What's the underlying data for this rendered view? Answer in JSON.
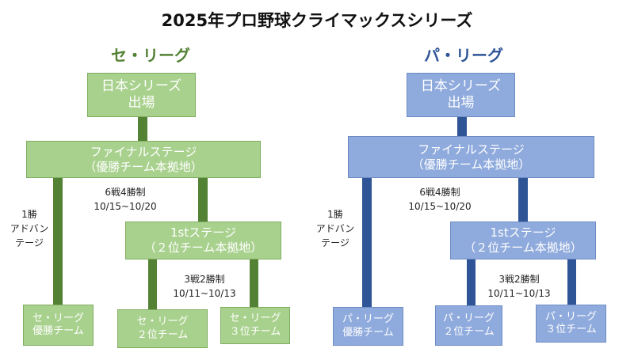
{
  "title": "2025年プロ野球クライマックスシリーズ",
  "colors": {
    "central_box": "#a9d18e",
    "central_line": "#548235",
    "pacific_box": "#8faadc",
    "pacific_line": "#2f5597"
  },
  "central": {
    "heading": "セ・リーグ",
    "japan_series": [
      "日本シリーズ",
      "出場"
    ],
    "final_stage": [
      "ファイナルステージ",
      "（優勝チーム本拠地）"
    ],
    "final_format": [
      "6戦4勝制",
      "10/15~10/20"
    ],
    "advantage": [
      "1勝",
      "アドバン",
      "テージ"
    ],
    "first_stage": [
      "1stステージ",
      "（２位チーム本拠地）"
    ],
    "first_format": [
      "3戦2勝制",
      "10/11~10/13"
    ],
    "teams": [
      [
        "セ・リーグ",
        "優勝チーム"
      ],
      [
        "セ・リーグ",
        "２位チーム"
      ],
      [
        "セ・リーグ",
        "３位チーム"
      ]
    ]
  },
  "pacific": {
    "heading": "パ・リーグ",
    "japan_series": [
      "日本シリーズ",
      "出場"
    ],
    "final_stage": [
      "ファイナルステージ",
      "（優勝チーム本拠地）"
    ],
    "final_format": [
      "6戦4勝制",
      "10/15~10/20"
    ],
    "advantage": [
      "1勝",
      "アドバン",
      "テージ"
    ],
    "first_stage": [
      "1stステージ",
      "（２位チーム本拠地）"
    ],
    "first_format": [
      "3戦2勝制",
      "10/11~10/13"
    ],
    "teams": [
      [
        "パ・リーグ",
        "優勝チーム"
      ],
      [
        "パ・リーグ",
        "２位チーム"
      ],
      [
        "パ・リーグ",
        "３位チーム"
      ]
    ]
  }
}
